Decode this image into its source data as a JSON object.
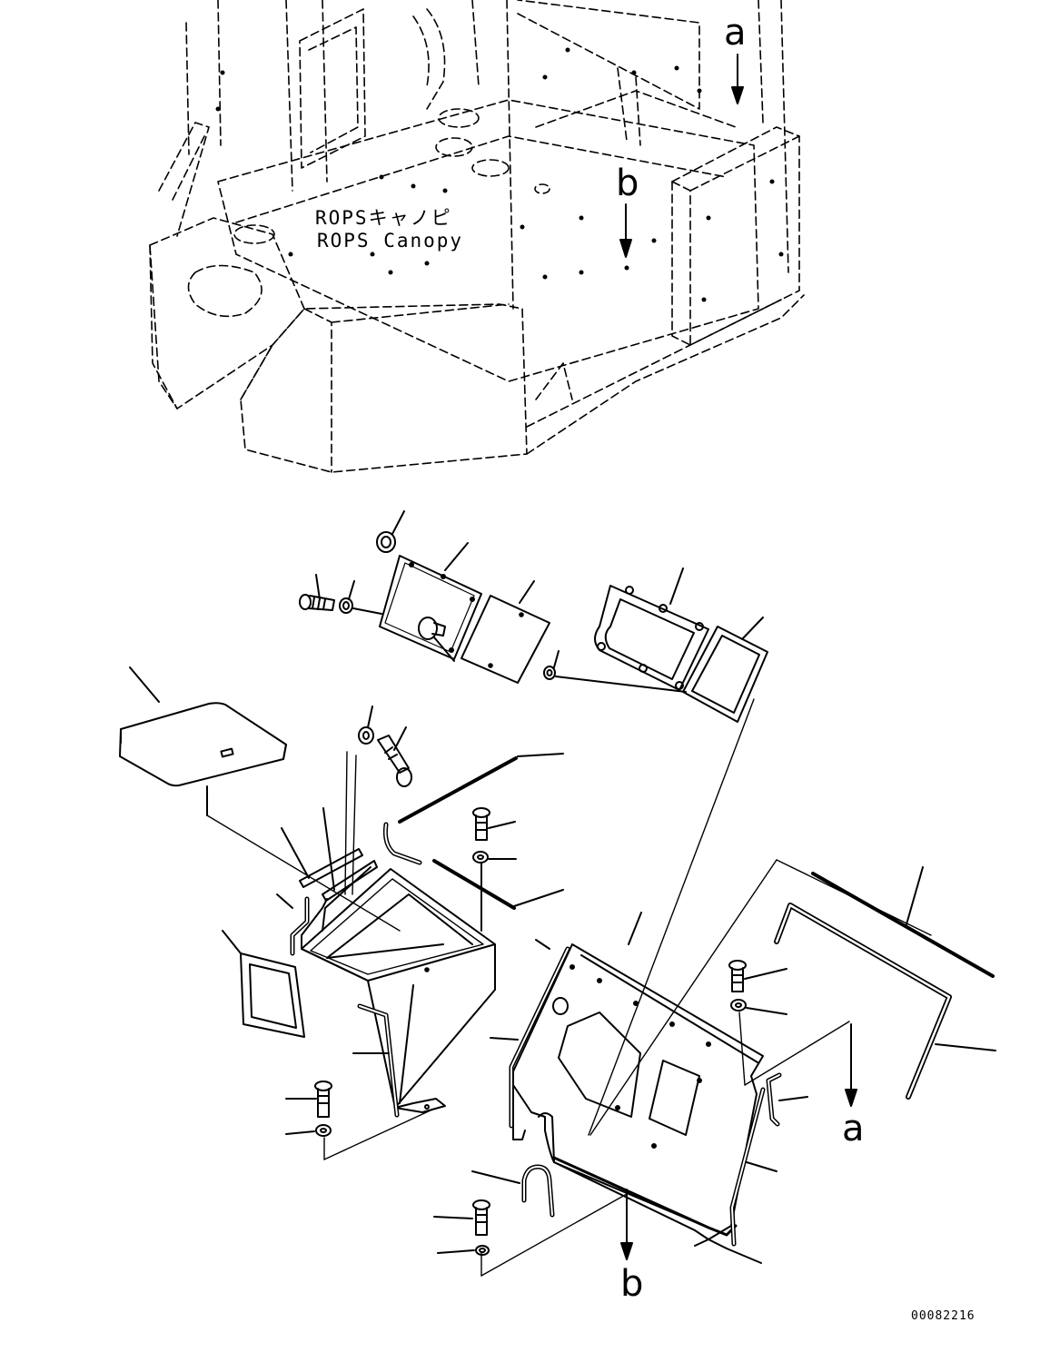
{
  "colors": {
    "line": "#000000",
    "background": "#ffffff"
  },
  "canopy_label": {
    "jp": "ROPSキャノピ",
    "en": "ROPS Canopy"
  },
  "view_markers": {
    "a_top": "a",
    "b_top": "b",
    "a_bottom": "a",
    "b_bottom": "b"
  },
  "doc_number": "00082216"
}
